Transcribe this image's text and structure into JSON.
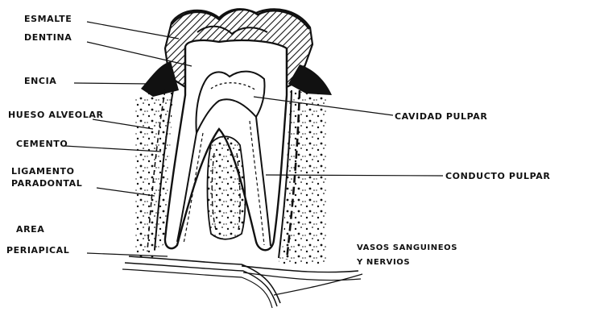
{
  "labels": {
    "esmalte": "ESMALTE",
    "dentina": "DENTINA",
    "encia": "ENCIA",
    "hueso_alveolar": "HUESO ALVEOLAR",
    "cemento": "CEMENTO",
    "ligamento_line1": "LIGAMENTO",
    "ligamento_line2": "PARADONTAL",
    "area_line1": "AREA",
    "area_line2": "PERIAPICAL",
    "cavidad_pulpar": "CAVIDAD PULPAR",
    "conducto_pulpar": "CONDUCTO PULPAR",
    "vasos_line1": "VASOS SANGUINEOS",
    "vasos_line2": "Y NERVIOS"
  },
  "colors": {
    "ink": "#111111",
    "paper": "#ffffff"
  }
}
